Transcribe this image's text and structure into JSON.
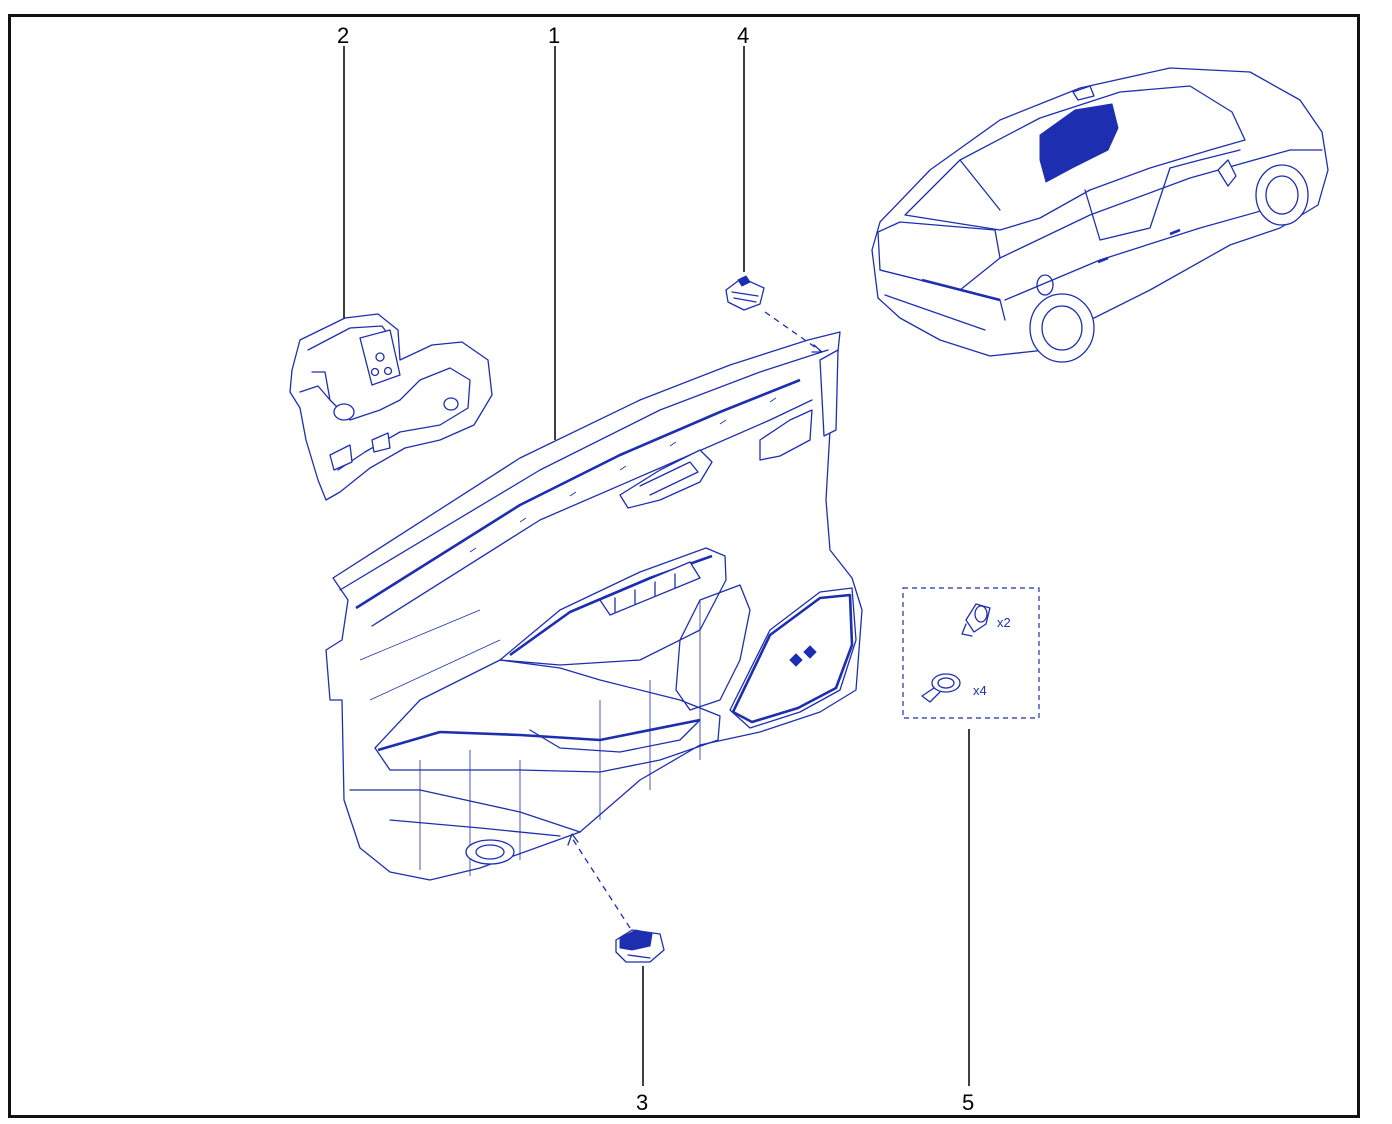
{
  "callouts": [
    {
      "id": "1",
      "label": "1"
    },
    {
      "id": "2",
      "label": "2"
    },
    {
      "id": "3",
      "label": "3"
    },
    {
      "id": "4",
      "label": "4"
    },
    {
      "id": "5",
      "label": "5"
    }
  ],
  "kit": {
    "item_a_qty": "x2",
    "item_b_qty": "x4"
  },
  "colors": {
    "line": "#1d2fb0",
    "frame": "#111111",
    "background": "#ffffff"
  },
  "icons": [
    "door-trim-panel-icon",
    "door-bracket-icon",
    "clip-icon",
    "switch-icon",
    "car-icon"
  ]
}
